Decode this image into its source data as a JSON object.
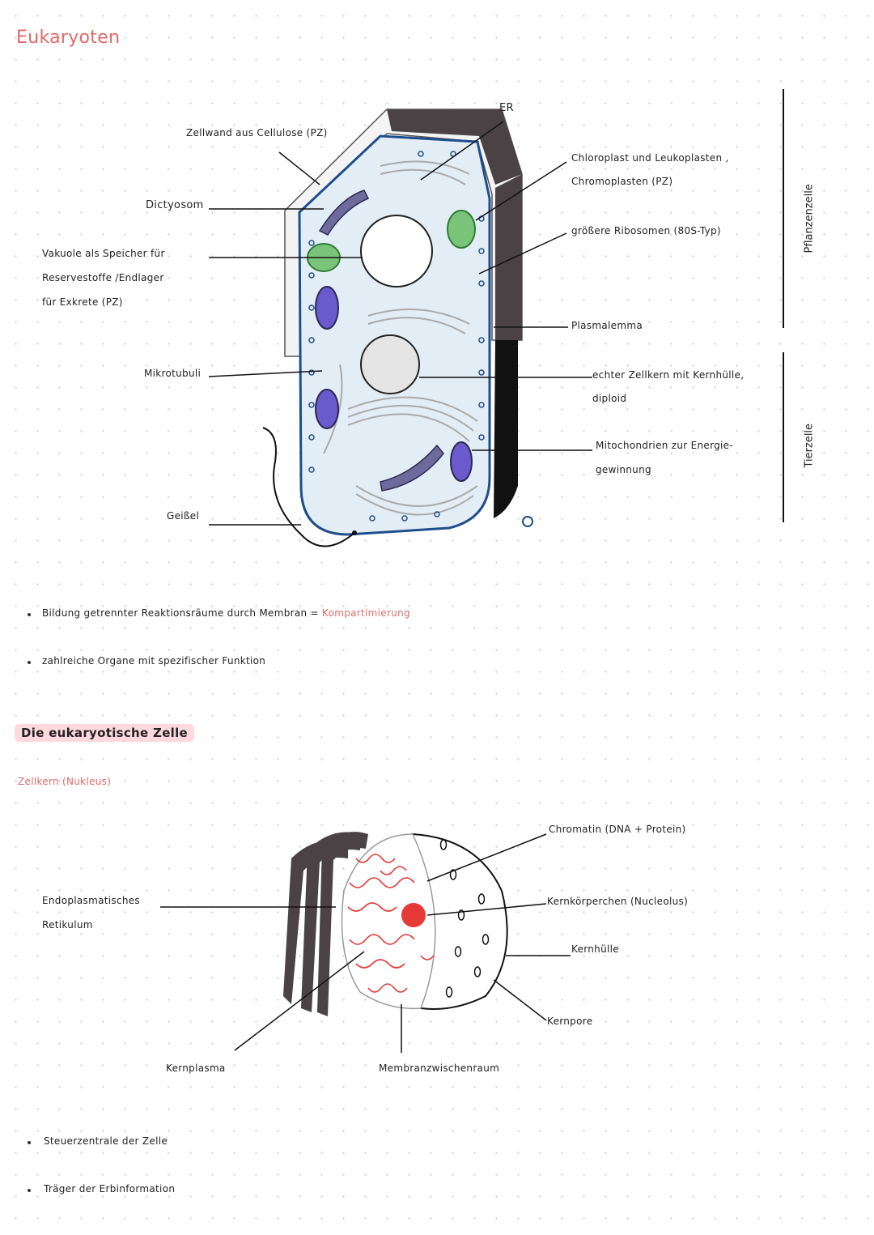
{
  "heading": "Eukaryoten",
  "cell_labels": {
    "zellwand": "Zellwand aus Cellulose (PZ)",
    "er": "ER",
    "chloroplast_1": "Chloroplast und Leukoplasten ,",
    "chloroplast_2": "Chromoplasten (PZ)",
    "dictyosom": "Dictyosom",
    "ribosomen": "größere Ribosomen (80S-Typ)",
    "vakuole_1": "Vakuole als Speicher für",
    "vakuole_2": "Reservestoffe /Endlager",
    "vakuole_3": "für Exkrete (PZ)",
    "plasmalemma": "Plasmalemma",
    "mikrotubuli": "Mikrotubuli",
    "zellkern_1": "echter Zellkern mit Kernhülle,",
    "zellkern_2": "diploid",
    "mito_1": "Mitochondrien zur Energie-",
    "mito_2": "gewinnung",
    "geissel": "Geißel"
  },
  "side_labels": {
    "plant": "Pflanzenzelle",
    "animal": "Tierzelle"
  },
  "bullets_1": [
    {
      "text": "Bildung getrennter Reaktionsräume durch Membran =",
      "highlight": "Kompartimierung"
    },
    {
      "text": "zahlreiche Organe mit spezifischer Funktion"
    }
  ],
  "section_title": "Die eukaryotische Zelle",
  "subsection": "Zellkern (Nukleus)",
  "nucleus_labels": {
    "chromatin": "Chromatin (DNA + Protein)",
    "er_1": "Endoplasmatisches",
    "er_2": "Retikulum",
    "nucleolus": "Kernkörperchen (Nucleolus)",
    "kernhuelle": "Kernhülle",
    "kernpore": "Kernpore",
    "kernplasma": "Kernplasma",
    "membranzwischenraum": "Membranzwischenraum"
  },
  "bullets_2": [
    "Steuerzentrale der Zelle",
    "Träger der Erbinformation"
  ],
  "colors": {
    "accent_red": "#e06a6a",
    "membrane_blue": "#1f4e8c",
    "cytoplasm": "#e3edf5",
    "mito_purple": "#6a5acd",
    "chloro_green": "#5cb85c",
    "wall_dark": "#4a4244",
    "chromatin_red": "#e53935"
  }
}
